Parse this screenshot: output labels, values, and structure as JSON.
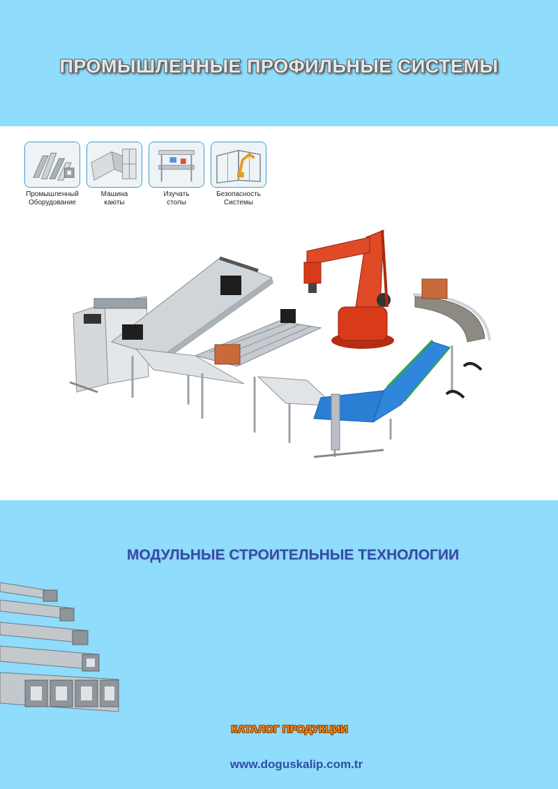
{
  "header": {
    "title": "ПРОМЫШЛЕННЫЕ ПРОФИЛЬНЫЕ СИСТЕМЫ",
    "background_color": "#8fdcfc"
  },
  "categories": [
    {
      "line1": "Промышленный",
      "line2": "Оборудование",
      "icon": "aluminum-profiles-icon"
    },
    {
      "line1": "Машина",
      "line2": "каюты",
      "icon": "machine-cabin-icon"
    },
    {
      "line1": "Изучать",
      "line2": "столы",
      "icon": "work-table-icon"
    },
    {
      "line1": "Безопасность",
      "line2": "Системы",
      "icon": "safety-fence-icon"
    }
  ],
  "illustration": {
    "subject": "conveyor-line-with-robot-arm",
    "colors": {
      "frame": "#c9ced3",
      "robot": "#d83a1a",
      "belt": "#2a7fd4",
      "box": "#c96a3a"
    }
  },
  "footer": {
    "subtitle": "МОДУЛЬНЫЕ СТРОИТЕЛЬНЫЕ ТЕХНОЛОГИИ",
    "catalog": "КАТАЛОГ ПРОДУКЦИИ",
    "website": "www.doguskalip.com.tr",
    "subtitle_color": "#2f4ea3",
    "catalog_color": "#f08a24"
  }
}
